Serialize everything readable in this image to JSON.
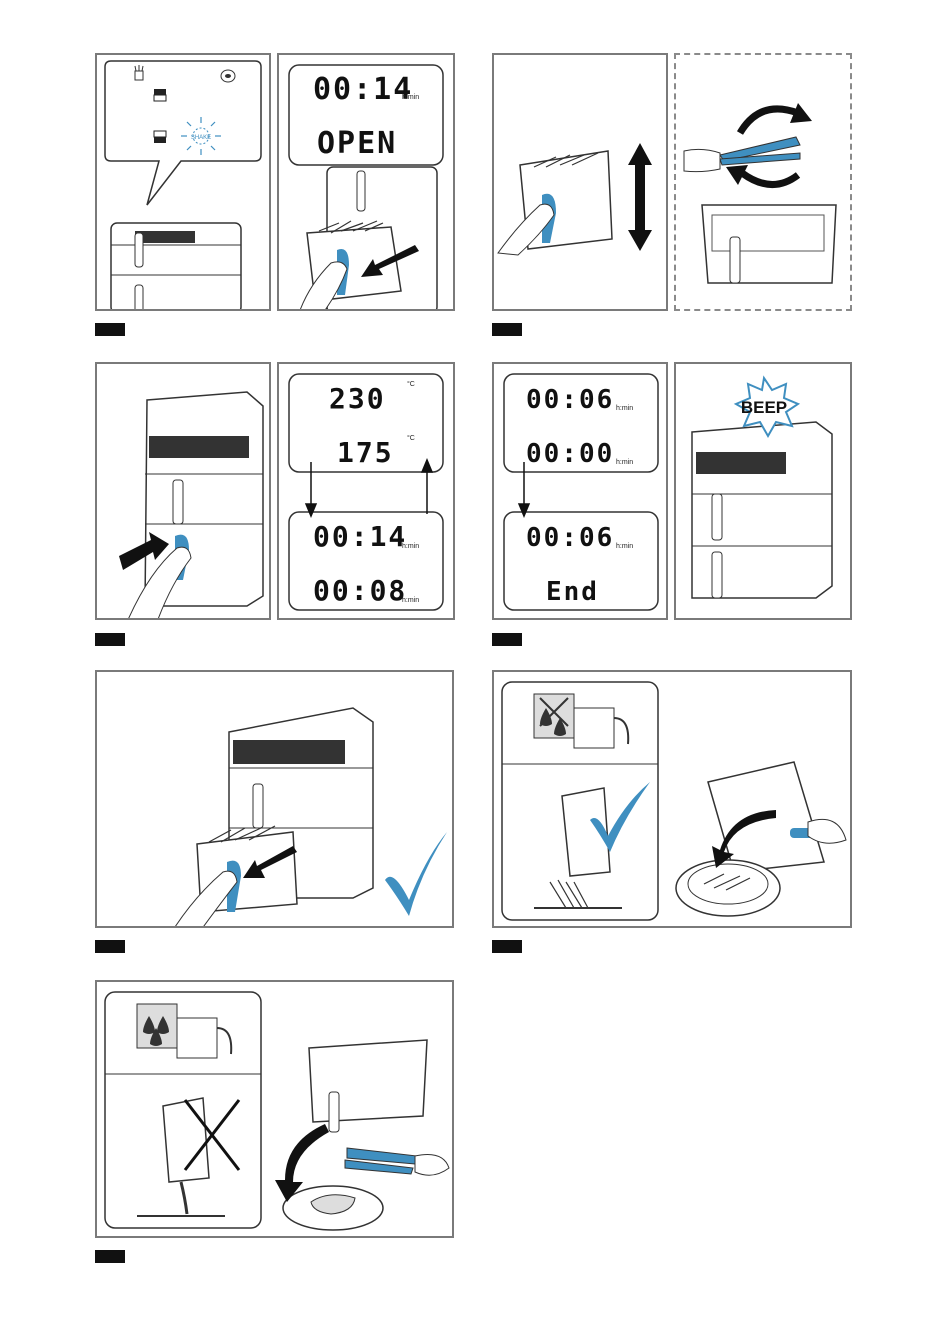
{
  "colors": {
    "accent": "#3f8fc0",
    "frame": "#7a7a7a",
    "line": "#333333"
  },
  "displays": {
    "step1": {
      "time": "00:14",
      "unit": "h:min",
      "status": "OPEN",
      "shake": "SHAKE"
    },
    "step3": {
      "temp_top": "230",
      "temp_bottom": "175",
      "temp_unit": "°C",
      "time_top": "00:14",
      "time_bottom": "00:08",
      "time_unit": "h:min"
    },
    "step4": {
      "time_a": "00:06",
      "time_b": "00:00",
      "time_c": "00:06",
      "end": "End",
      "time_unit": "h:min",
      "beep": "BEEP"
    }
  },
  "icons": [
    "fries-icon",
    "steak-icon",
    "check-icon",
    "no-drip-icon",
    "drip-icon",
    "cross-icon",
    "rotate-arrows-icon",
    "beep-icon",
    "tongs-icon",
    "arrow-icon"
  ]
}
